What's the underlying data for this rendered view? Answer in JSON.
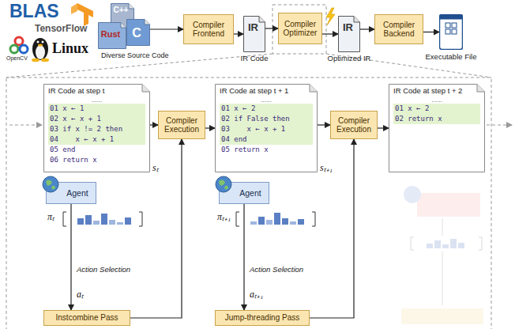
{
  "diagram": {
    "nodes": [
      {
        "text": [
          "C++"
        ]
      },
      {
        "text": [
          "Rust"
        ]
      },
      {
        "text": [
          "C"
        ]
      },
      {
        "text": [
          "Compiler Frontend"
        ]
      },
      {
        "text": [
          "IR",
          "IR Code"
        ]
      },
      {
        "text": [
          "Compiler Optimizer"
        ]
      },
      {
        "text": [
          "IR",
          "Optimized IR"
        ]
      },
      {
        "text": [
          "Compiler Backend"
        ]
      },
      {
        "text": [
          "Executable File"
        ]
      },
      {
        "text": [
          "IR Code at step t",
          "......",
          "01 x ← 1",
          "02 x ← x + 1",
          "03 if x != 2 then",
          "04    x ← x + 1",
          "05 end",
          "06 return x"
        ]
      },
      {
        "text": [
          "Agent"
        ]
      },
      {
        "text": [
          "Instcombine Pass"
        ]
      },
      {
        "text": [
          "Compiler Execution"
        ]
      },
      {
        "text": [
          "IR Code at step t + 1",
          "......",
          "01 x ← 2",
          "02 if False then",
          "03    x ← x + 1",
          "04 end",
          "05 return x"
        ]
      },
      {
        "text": [
          "Agent"
        ]
      },
      {
        "text": [
          "Jump-threading Pass"
        ]
      },
      {
        "text": [
          "Compiler Execution"
        ]
      },
      {
        "text": [
          "IR Code at step t + 2",
          "......",
          "01 x ← 2",
          "02 return x"
        ]
      }
    ],
    "edges": [
      {
        "from": 2,
        "to": 3,
        "arrow": "to"
      },
      {
        "from": 3,
        "to": 4,
        "arrow": "to"
      },
      {
        "from": 4,
        "to": 5,
        "arrow": "to"
      },
      {
        "from": 5,
        "to": 6,
        "arrow": "to"
      },
      {
        "from": 6,
        "to": 7,
        "arrow": "to"
      },
      {
        "from": 7,
        "to": 8,
        "arrow": "to"
      },
      {
        "from": 9,
        "to": 12,
        "arrow": "to"
      },
      {
        "from": 12,
        "to": 13,
        "arrow": "to"
      },
      {
        "from": 10,
        "to": 11,
        "arrow": "to"
      },
      {
        "from": 11,
        "to": 12,
        "arrow": "to"
      },
      {
        "from": 13,
        "to": 16,
        "arrow": "to"
      },
      {
        "from": 16,
        "to": 17,
        "arrow": "to"
      },
      {
        "from": 14,
        "to": 15,
        "arrow": "to"
      },
      {
        "from": 15,
        "to": 16,
        "arrow": "to"
      }
    ],
    "labels": [
      "BLAS",
      "TensorFlow",
      "OpenCV",
      "Linux",
      "Diverse Source Code",
      "sₜ",
      "πₜ",
      "Action Selection",
      "aₜ",
      "sₜ₊₁",
      "πₜ₊₁",
      "Action Selection",
      "aₜ₊₁"
    ]
  }
}
